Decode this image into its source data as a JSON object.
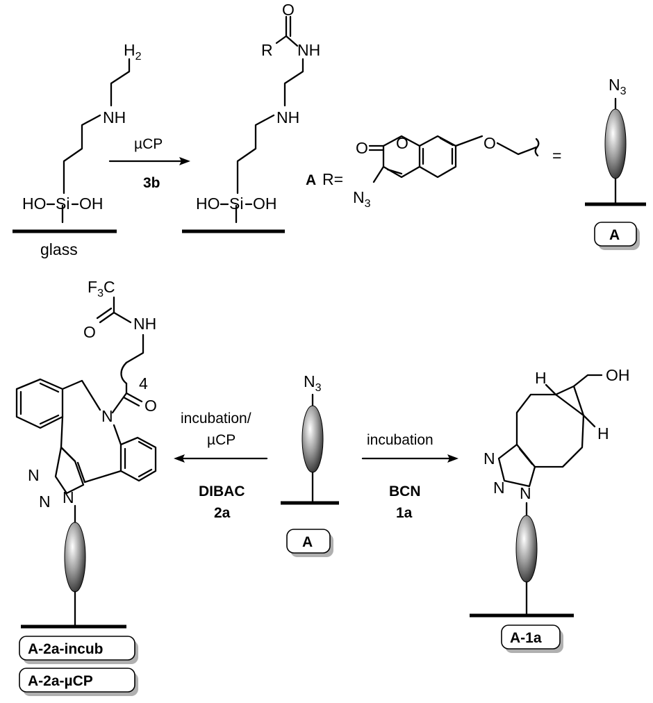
{
  "step1": {
    "glass_label": "glass",
    "reagent_top": "µCP",
    "reagent_bottom": "3b",
    "amine": "NH",
    "amine_h": "H",
    "amine_h2_sub": "2",
    "silanol_left": "HO",
    "si": "Si",
    "silanol_right": "OH",
    "amide_o": "O",
    "amide_r": "R",
    "amide_nh": "NH"
  },
  "definition": {
    "a_label": "A",
    "r_eq": "R=",
    "ring_o": "O",
    "carbonyl_o": "O",
    "ether_o": "O",
    "azide_n": "N",
    "azide_sub": "3",
    "equals": "=",
    "box_label": "A"
  },
  "center": {
    "azide_n": "N",
    "azide_sub": "3",
    "box_label": "A"
  },
  "left_reaction": {
    "conditions_line1": "incubation/",
    "conditions_line2": "µCP",
    "reagent_name": "DIBAC",
    "reagent_id": "2a"
  },
  "right_reaction": {
    "conditions": "incubation",
    "reagent_name": "BCN",
    "reagent_id": "1a"
  },
  "dibac_product": {
    "cf3_f": "F",
    "cf3_sub": "3",
    "cf3_c": "C",
    "amide_o": "O",
    "amide_nh": "NH",
    "chain_n": "4",
    "ketone_o": "O",
    "ring_n": "N",
    "triazole_n1": "N",
    "triazole_n2": "N",
    "triazole_n3": "N",
    "label_incub": "A-2a-incub",
    "label_ucp": "A-2a-µCP"
  },
  "bcn_product": {
    "oh": "OH",
    "h_top": "H",
    "h_bottom": "H",
    "triazole_n1": "N",
    "triazole_n2": "N",
    "triazole_n3": "N",
    "label": "A-1a"
  }
}
